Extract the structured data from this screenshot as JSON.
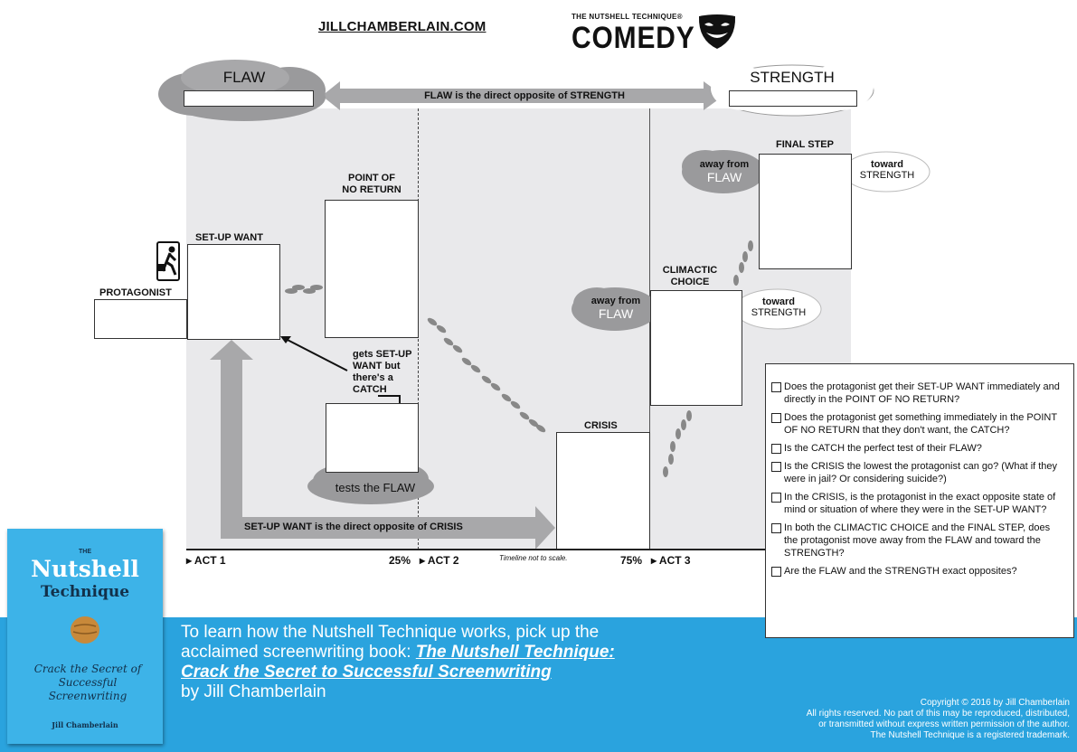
{
  "header": {
    "site": "JILLCHAMBERLAIN.COM",
    "brand_small": "THE NUTSHELL TECHNIQUE®",
    "brand_big": "COMEDY"
  },
  "clouds": {
    "flaw": "FLAW",
    "strength": "STRENGTH",
    "flaw_arrow": "FLAW is the direct opposite of STRENGTH"
  },
  "labels": {
    "protagonist": "PROTAGONIST",
    "setup_want": "SET-UP WANT",
    "point_no_return": [
      "POINT OF",
      "NO RETURN"
    ],
    "gets_setup": [
      "gets SET-UP",
      "WANT but",
      "there's a",
      "CATCH"
    ],
    "tests_flaw": "tests the FLAW",
    "crisis": "CRISIS",
    "climactic_choice": [
      "CLIMACTIC",
      "CHOICE"
    ],
    "final_step": "FINAL STEP",
    "away_from": "away from",
    "flaw_word": "FLAW",
    "toward": "toward",
    "strength_word": "STRENGTH",
    "setup_vs_crisis": "SET-UP WANT is the direct opposite of CRISIS"
  },
  "timeline": {
    "act1": "ACT 1",
    "p25": "25%",
    "act2": "ACT 2",
    "note": "Timeline not to scale.",
    "p75": "75%",
    "act3": "ACT 3"
  },
  "checklist": [
    "Does the protagonist get their SET-UP WANT immediately and directly in the POINT OF NO RETURN?",
    "Does the protagonist get something immediately in the POINT OF NO RETURN that they don't want, the CATCH?",
    "Is the CATCH the perfect test of their FLAW?",
    "Is the CRISIS the lowest the protagonist can go? (What if they were in jail? Or considering suicide?)",
    "In the CRISIS, is the protagonist in the exact opposite state of mind or situation of where they were in the SET-UP WANT?",
    "In both the CLIMACTIC CHOICE and the FINAL STEP, does the protagonist move away from the FLAW and toward the STRENGTH?",
    "Are the FLAW and the STRENGTH exact opposites?"
  ],
  "promo": {
    "line1": "To learn how the Nutshell Technique works, pick up the",
    "line2_prefix": "acclaimed screenwriting book: ",
    "book_title_1": "The Nutshell Technique:",
    "book_title_2": "Crack the Secret to Successful Screenwriting",
    "byline": "by Jill Chamberlain"
  },
  "copyright": [
    "Copyright © 2016 by Jill Chamberlain",
    "All rights reserved. No part of this may be reproduced, distributed,",
    "or transmitted without express written permission of the author.",
    "The Nutshell Technique is a registered trademark."
  ],
  "cover": {
    "the": "THE",
    "title1": "Nutshell",
    "title2": "Technique",
    "subtitle": "Crack the Secret of Successful Screenwriting",
    "author": "Jill Chamberlain"
  },
  "colors": {
    "banner": "#2aa3de",
    "stage": "#e9e9eb",
    "arrow": "#a8a8aa",
    "cloud_dark": "#9a9a9c"
  }
}
